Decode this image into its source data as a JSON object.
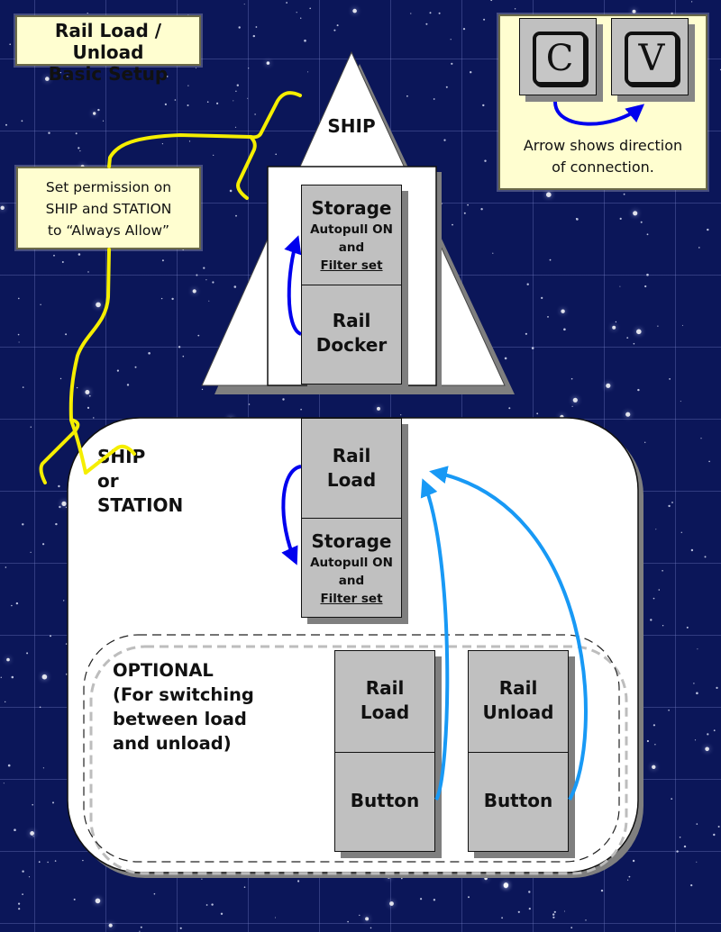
{
  "title": {
    "line1": "Rail Load / Unload",
    "line2": "Basic Setup"
  },
  "permission_note": {
    "line1": "Set permission on",
    "line2": "SHIP and STATION",
    "line3": "to “Always Allow”"
  },
  "legend": {
    "key_from": "C",
    "key_to": "V",
    "caption_line1": "Arrow shows direction",
    "caption_line2": "of connection.",
    "arrow_color": "#0000ee"
  },
  "ship": {
    "label": "SHIP",
    "storage": {
      "title": "Storage",
      "line1": "Autopull ON",
      "line2": "and",
      "line3": "Filter set"
    },
    "docker": {
      "line1": "Rail",
      "line2": "Docker"
    }
  },
  "station": {
    "label_line1": "SHIP",
    "label_line2": "or",
    "label_line3": "STATION",
    "rail_load": {
      "line1": "Rail",
      "line2": "Load"
    },
    "storage": {
      "title": "Storage",
      "line1": "Autopull ON",
      "line2": "and",
      "line3": "Filter set"
    }
  },
  "optional": {
    "line1": "OPTIONAL",
    "line2": "(For switching",
    "line3": "between load",
    "line4": "and unload)",
    "load_block": {
      "line1": "Rail",
      "line2": "Load",
      "button": "Button"
    },
    "unload_block": {
      "line1": "Rail",
      "line2": "Unload",
      "button": "Button"
    }
  },
  "colors": {
    "background": "#0b1659",
    "note_fill": "#fffed0",
    "block_fill": "#c0c0c0",
    "shadow": "#7f7f7f",
    "internal_arrow": "#0000ee",
    "button_arrow": "#1899f5",
    "permission_line": "#f5ee00"
  }
}
